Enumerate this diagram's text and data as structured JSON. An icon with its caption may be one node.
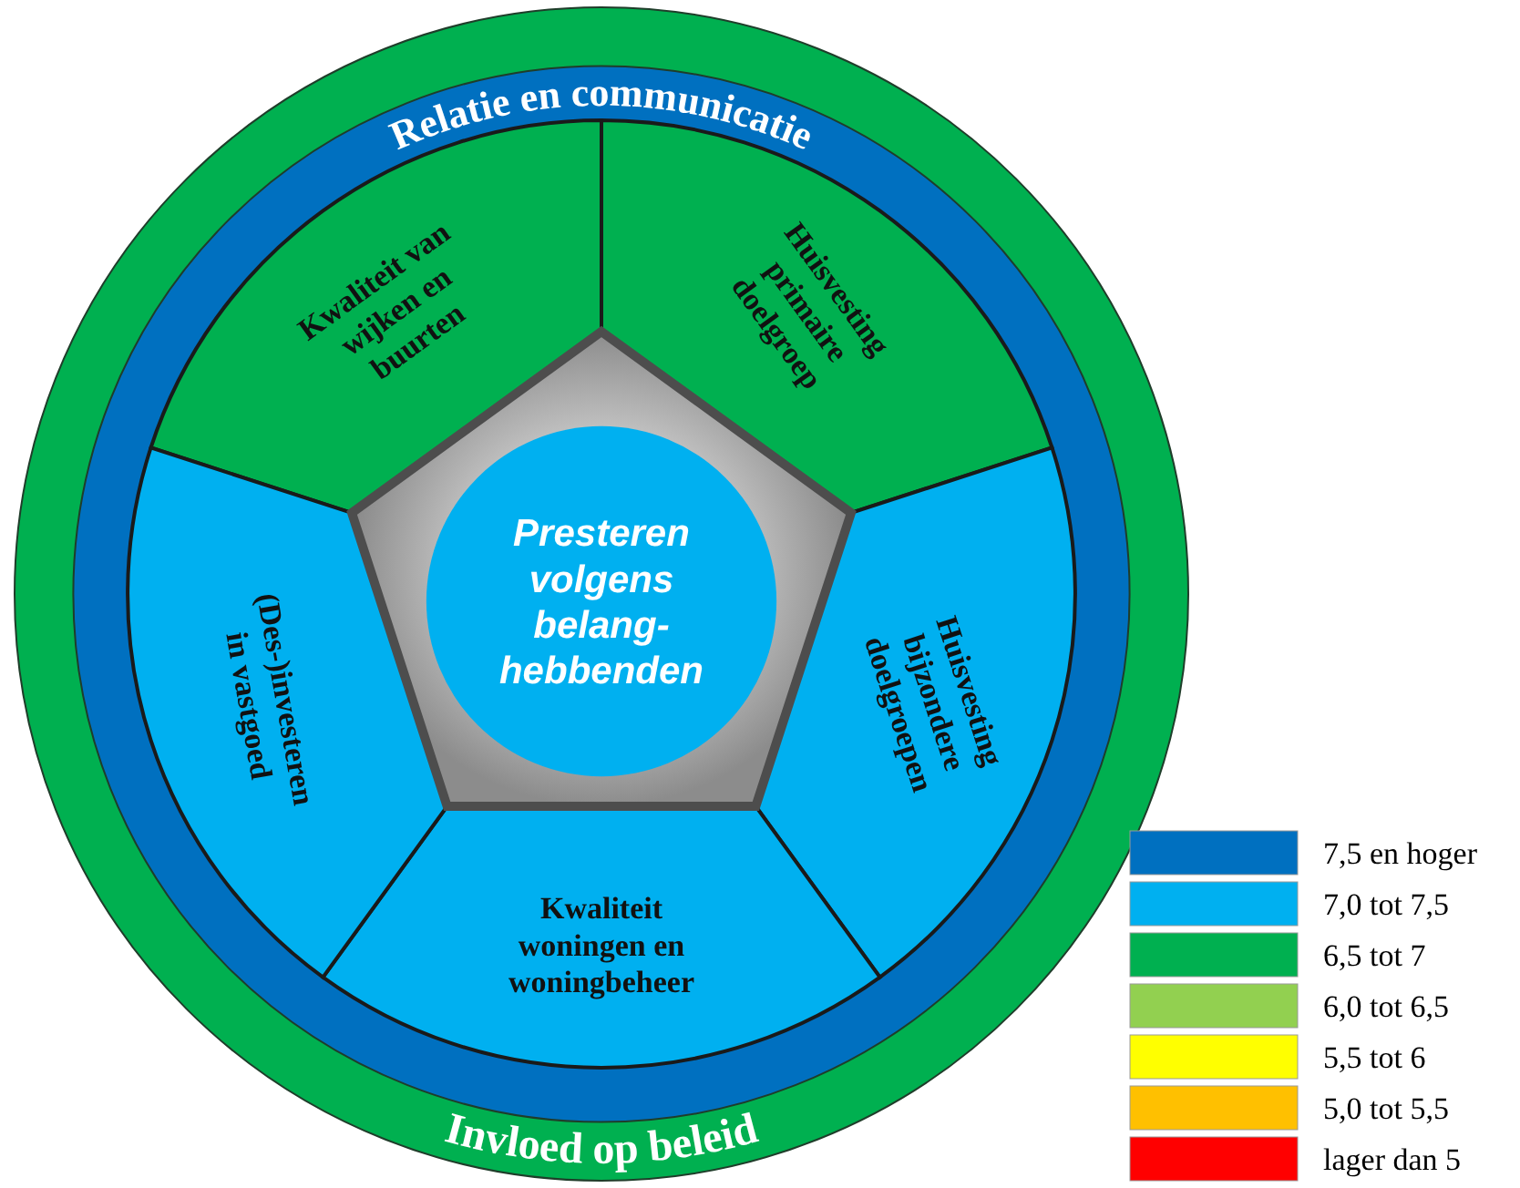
{
  "diagram": {
    "nodes": [
      {
        "text": [
          "Invloed op beleid"
        ]
      },
      {
        "text": [
          "Relatie en communicatie"
        ],
        "in": 0
      },
      {
        "text": [
          "Kwaliteit van wijken en buurten"
        ],
        "in": 1
      },
      {
        "text": [
          "Huisvesting primaire doelgroep"
        ],
        "in": 1
      },
      {
        "text": [
          "Huisvesting bijzondere doelgroepen"
        ],
        "in": 1
      },
      {
        "text": [
          "Kwaliteit woningen en woningbeheer"
        ],
        "in": 1
      },
      {
        "text": [
          "(Des-)investeren in vastgoed"
        ],
        "in": 1
      },
      {
        "text": [],
        "shape": "pentagon",
        "in": 1
      },
      {
        "text": [
          "Presteren volgens belang-hebbenden"
        ],
        "in": 7
      }
    ],
    "edges": [],
    "legend": [
      {
        "text": "7,5 en hoger",
        "color": "#0070c0"
      },
      {
        "text": "7,0 tot 7,5",
        "color": "#00b0f0"
      },
      {
        "text": "6,5 tot 7",
        "color": "#00b050"
      },
      {
        "text": "6,0 tot 6,5",
        "color": "#92d050"
      },
      {
        "text": "5,5 tot 6",
        "color": "#ffff00"
      },
      {
        "text": "5,0 tot 5,5",
        "color": "#ffc000"
      },
      {
        "text": "lager dan 5",
        "color": "#ff0000"
      }
    ]
  }
}
